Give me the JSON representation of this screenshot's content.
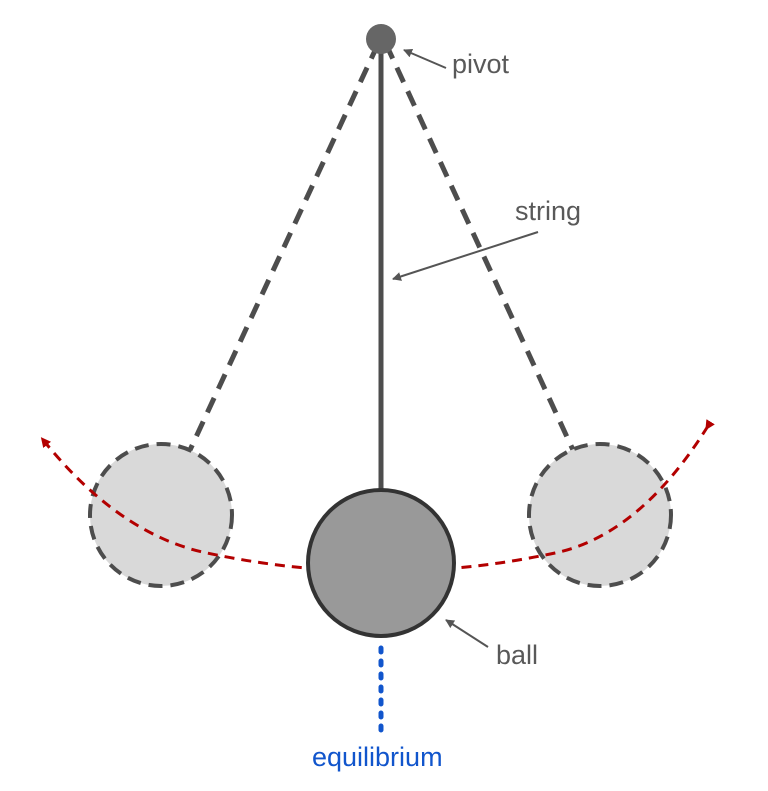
{
  "labels": {
    "pivot": "pivot",
    "string": "string",
    "ball": "ball",
    "equilibrium": "equilibrium"
  },
  "colors": {
    "line": "#4d4d4d",
    "pivot": "#666666",
    "ball_fill": "#999999",
    "ghost_fill": "#d9d9d9",
    "arc": "#b30000",
    "equilibrium": "#1155cc",
    "label_text": "#595959",
    "arrow": "#555555"
  }
}
